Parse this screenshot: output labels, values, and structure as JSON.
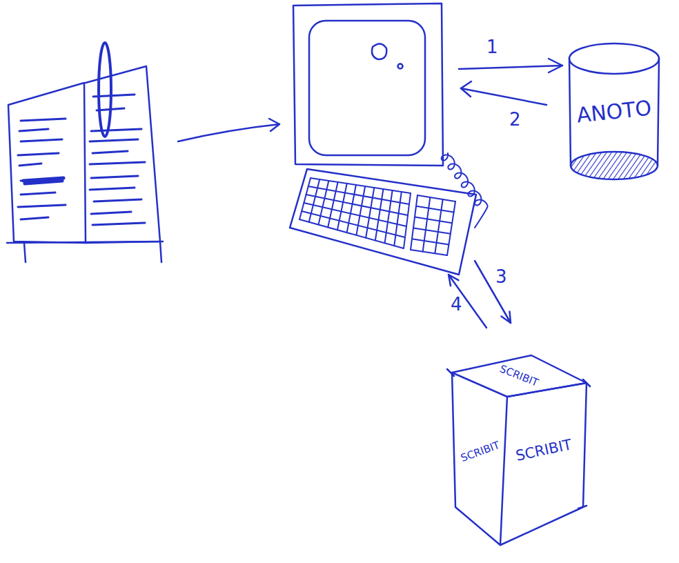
{
  "diagram": {
    "nodes": [
      {
        "text": [
          "ANOTO"
        ]
      },
      {
        "text": [
          "SCRIBIT",
          "SCRIBIT",
          "SCRIBIT"
        ]
      }
    ],
    "labels": [
      "1",
      "2",
      "3",
      "4"
    ]
  }
}
